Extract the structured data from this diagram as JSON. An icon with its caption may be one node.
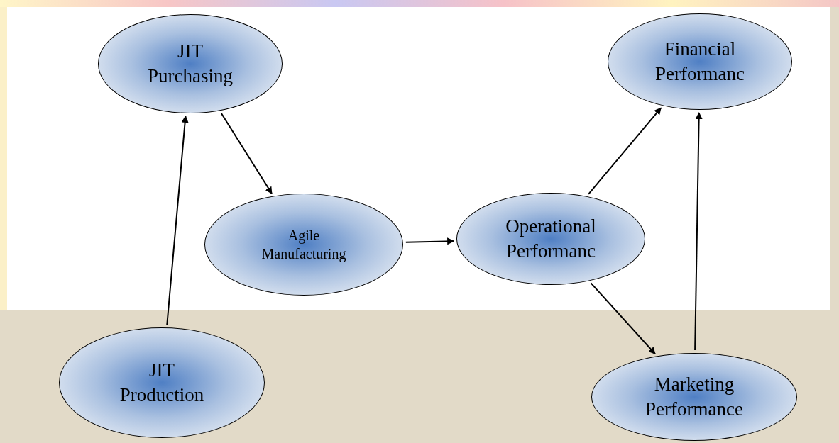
{
  "diagram": {
    "nodes": [
      {
        "text": [
          "JIT Purchasing"
        ]
      },
      {
        "text": [
          "JIT Production"
        ]
      },
      {
        "text": [
          "Agile Manufacturing"
        ]
      },
      {
        "text": [
          "Operational Performanc"
        ]
      },
      {
        "text": [
          "Financial Performanc"
        ]
      },
      {
        "text": [
          "Marketing Performance"
        ]
      }
    ],
    "edges": [
      {
        "from": 1,
        "to": 0,
        "arrow": "to"
      },
      {
        "from": 0,
        "to": 2,
        "arrow": "to"
      },
      {
        "from": 2,
        "to": 3,
        "arrow": "to"
      },
      {
        "from": 3,
        "to": 4,
        "arrow": "to"
      },
      {
        "from": 3,
        "to": 5,
        "arrow": "to"
      },
      {
        "from": 5,
        "to": 4,
        "arrow": "to"
      }
    ]
  }
}
